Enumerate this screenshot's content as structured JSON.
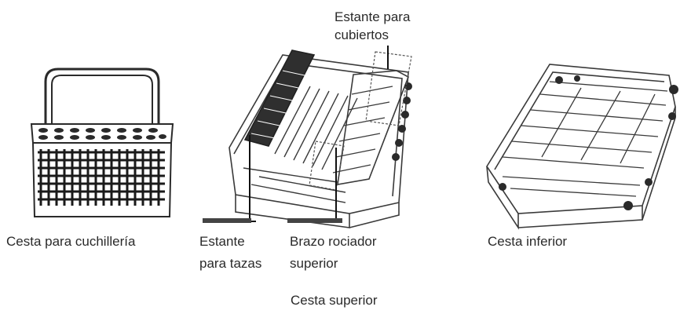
{
  "labels": {
    "cutlery_basket": "Cesta para cuchillería",
    "cutlery_rack_line1": "Estante para",
    "cutlery_rack_line2": "cubiertos",
    "cup_shelf_line1": "Estante",
    "cup_shelf_line2": "para tazas",
    "upper_spray_arm_line1": "Brazo rociador",
    "upper_spray_arm_line2": "superior",
    "lower_basket": "Cesta inferior",
    "upper_basket": "Cesta superior"
  },
  "colors": {
    "ink": "#2a2a2a",
    "line": "#1a1a1a",
    "wire": "#3a3a3a",
    "dark_mesh": "#222222"
  }
}
